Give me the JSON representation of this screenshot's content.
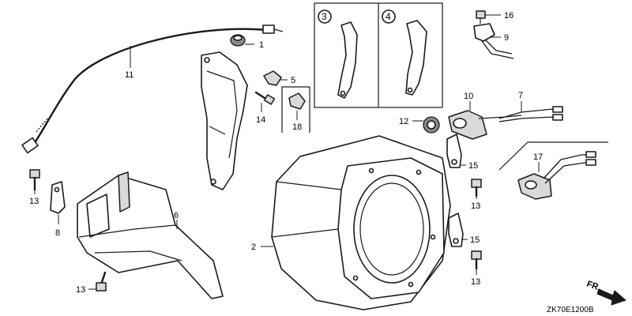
{
  "diagram": {
    "callouts": [
      "1",
      "2",
      "5",
      "6",
      "7",
      "8",
      "9",
      "10",
      "11",
      "12",
      "13",
      "14",
      "15",
      "16",
      "17",
      "18"
    ],
    "variant_boxes": [
      "3",
      "4"
    ],
    "drawing_code": "ZK70E1200B",
    "direction_label": "FR."
  }
}
